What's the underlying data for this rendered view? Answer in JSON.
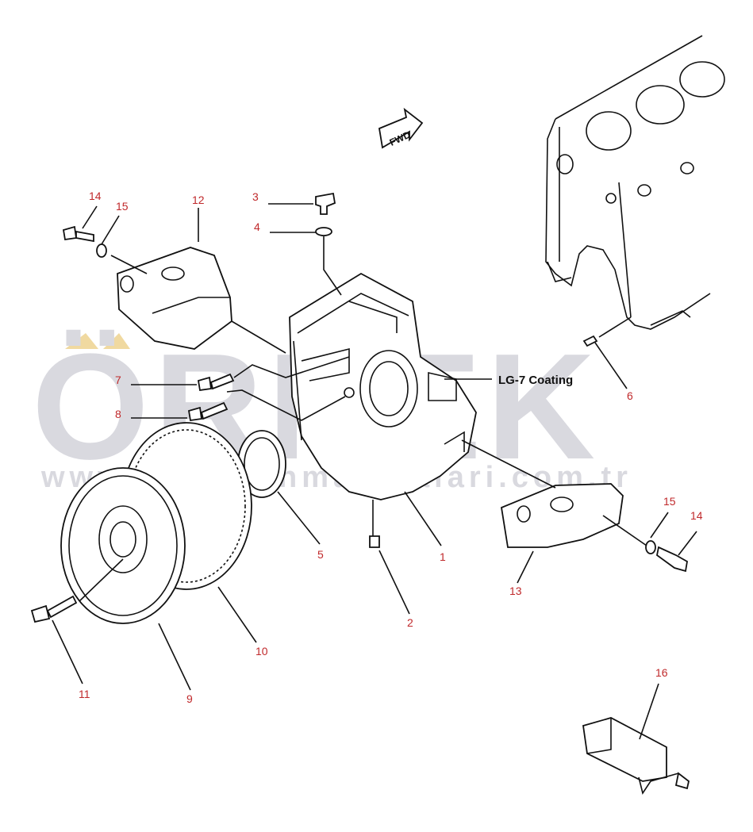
{
  "watermark": {
    "brand": "ÖRNEK",
    "url": "www.ornekishmakinalari.com.tr",
    "accent_color": "#f0d9a0",
    "text_color": "#d9d9df"
  },
  "direction_marker": {
    "label": "FWD"
  },
  "coating_note": {
    "label": "LG-7 Coating"
  },
  "callout_color": "#c0292b",
  "callouts": {
    "c1": "1",
    "c2": "2",
    "c3": "3",
    "c4": "4",
    "c5": "5",
    "c6": "6",
    "c7": "7",
    "c8": "8",
    "c9": "9",
    "c10": "10",
    "c11": "11",
    "c12": "12",
    "c13": "13",
    "c14a": "14",
    "c14b": "14",
    "c15a": "15",
    "c15b": "15",
    "c16": "16"
  }
}
